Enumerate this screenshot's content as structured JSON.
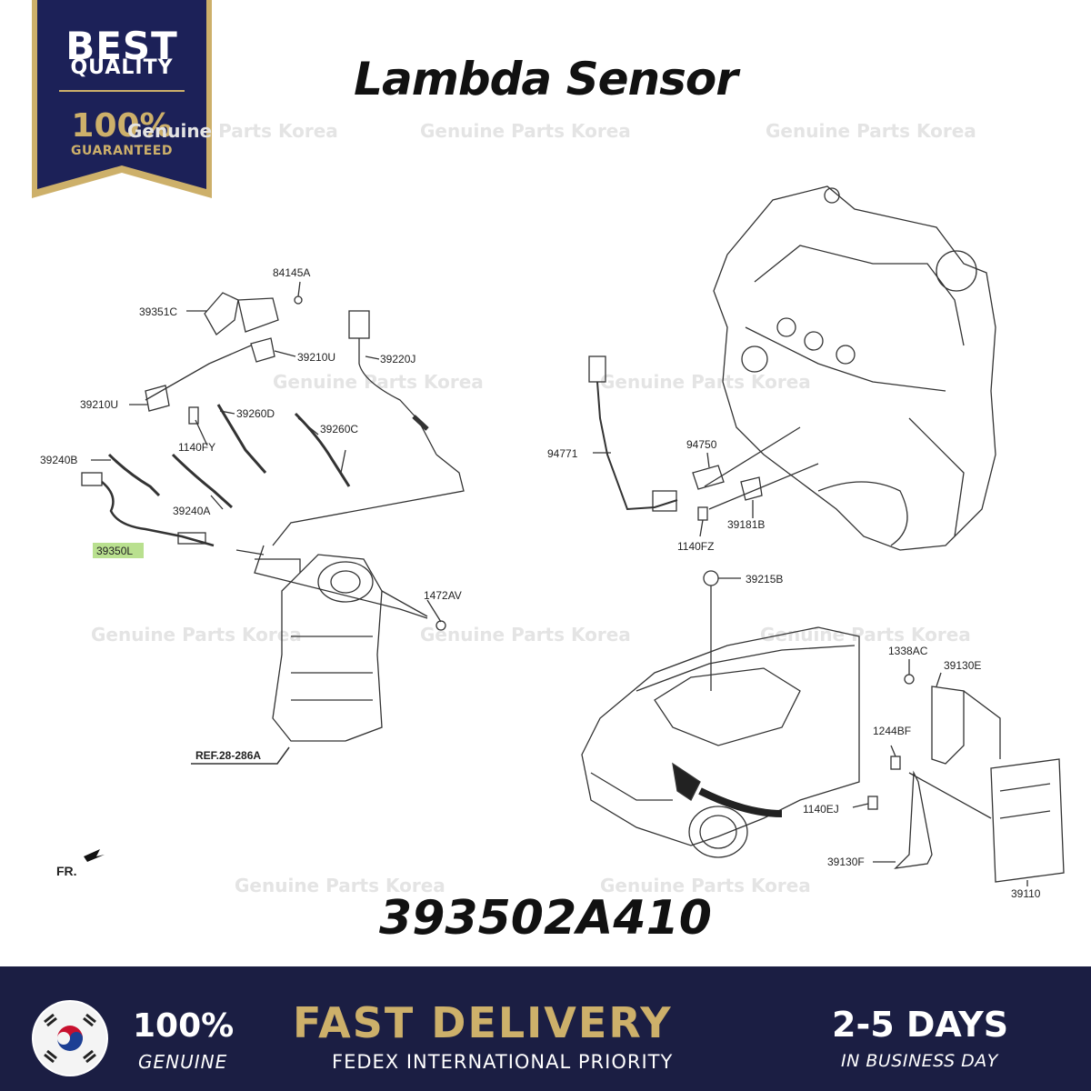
{
  "badge": {
    "line1": "BEST",
    "line2": "QUALITY",
    "line3": "100%",
    "line4": "GUARANTEED"
  },
  "title": "Lambda Sensor",
  "watermark": "Genuine Parts Korea",
  "part_number": "393502A410",
  "labels": {
    "l84145A": "84145A",
    "l39351C": "39351C",
    "l39210U_a": "39210U",
    "l39220J": "39220J",
    "l39210U_b": "39210U",
    "l39260D": "39260D",
    "l1140FY": "1140FY",
    "l39260C": "39260C",
    "l39240B": "39240B",
    "l39240A": "39240A",
    "l39350L": "39350L",
    "l1472AV": "1472AV",
    "lREF": "REF.28-286A",
    "lFR": "FR.",
    "l94771": "94771",
    "l94750": "94750",
    "l39181B": "39181B",
    "l1140FZ": "1140FZ",
    "l39215B": "39215B",
    "l1338AC": "1338AC",
    "l39130E": "39130E",
    "l1244BF": "1244BF",
    "l1140EJ": "1140EJ",
    "l39130F": "39130F",
    "l39110": "39110"
  },
  "footer": {
    "genuine_pct": "100%",
    "genuine": "GENUINE",
    "fast": "FAST DELIVERY",
    "fedex": "FEDEX INTERNATIONAL PRIORITY",
    "days": "2-5 DAYS",
    "business": "IN BUSINESS DAY"
  },
  "colors": {
    "navy": "#1b1e43",
    "gold": "#cdb06a",
    "highlight": "#b9e08f"
  }
}
